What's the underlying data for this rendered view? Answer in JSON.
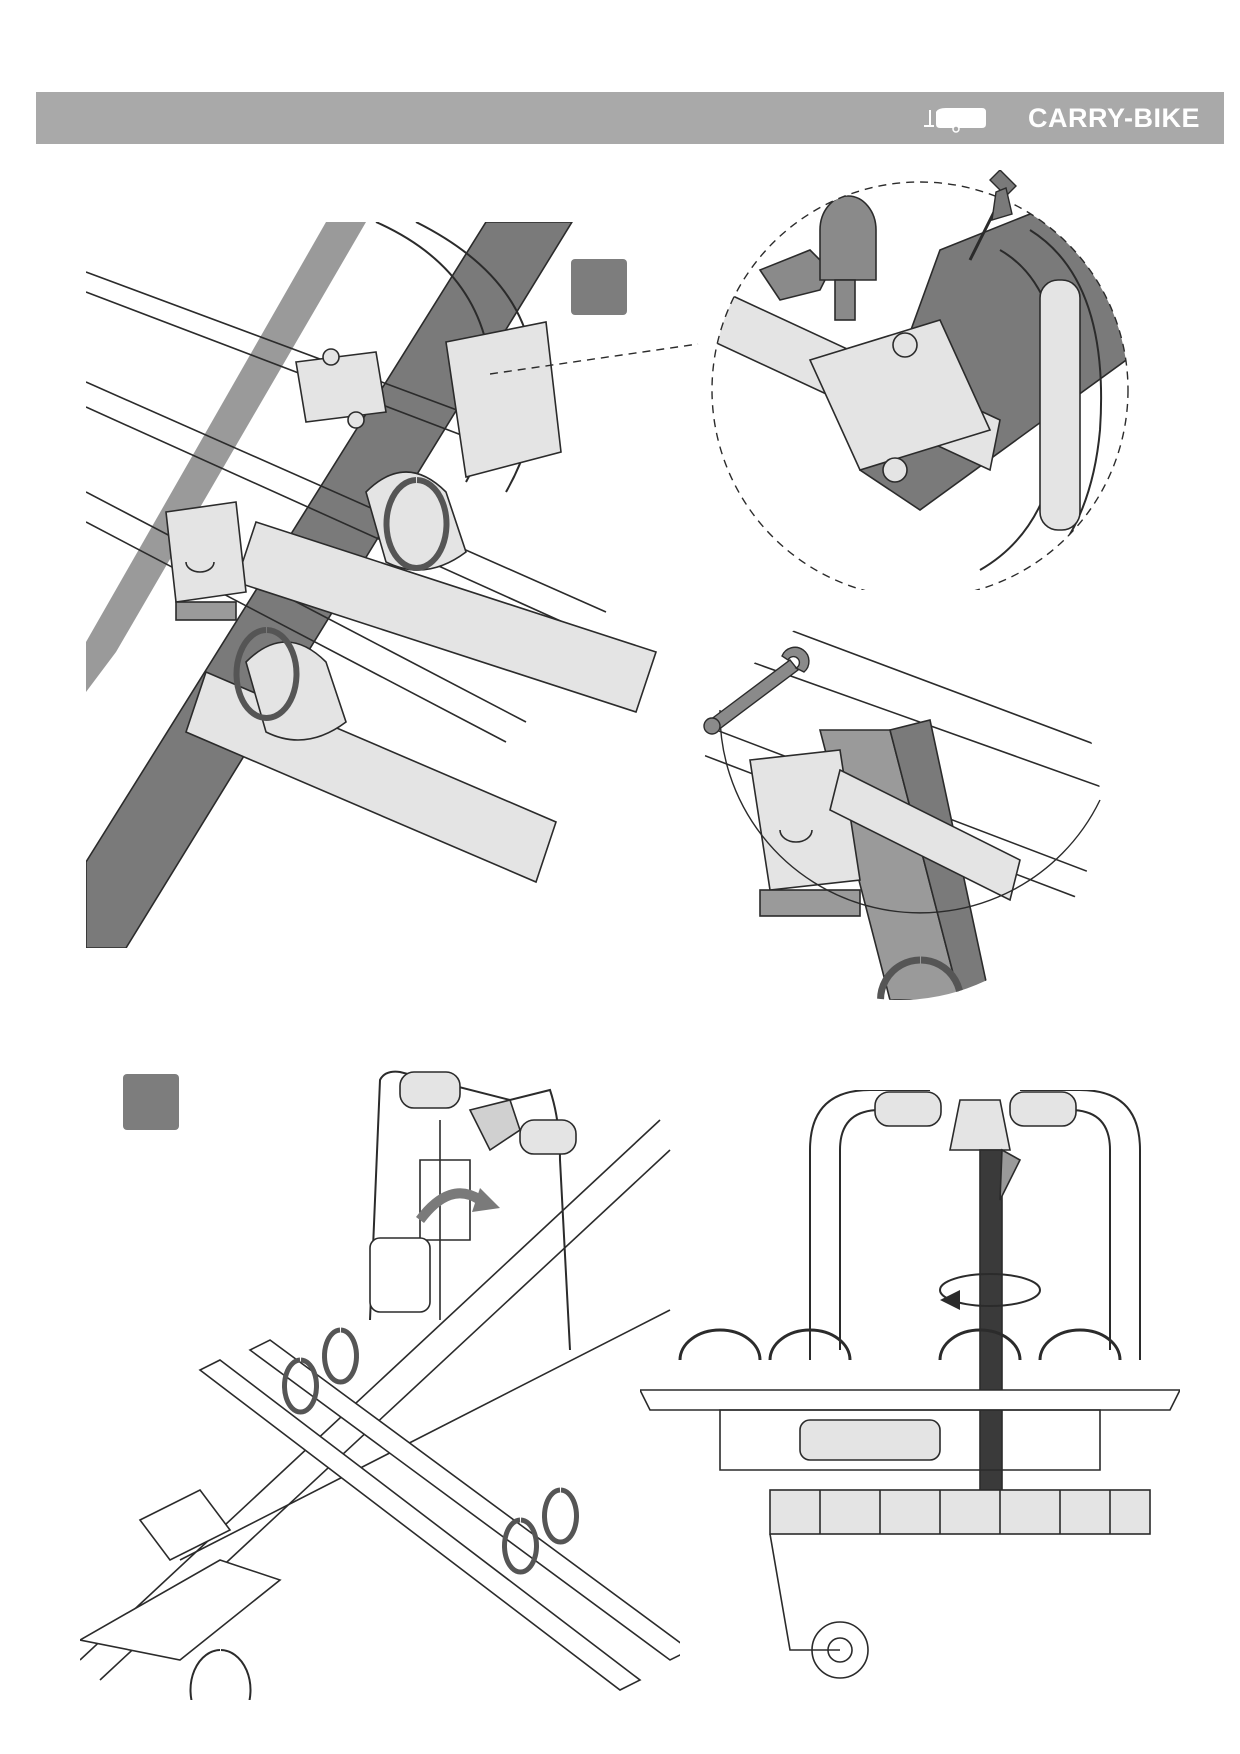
{
  "header": {
    "title": "CARRY-BIKE",
    "icon": "caravan-icon",
    "bar_color": "#a9a9a9",
    "title_color": "#ffffff"
  },
  "steps": [
    {
      "number": ""
    },
    {
      "number": ""
    }
  ],
  "illustrations": [
    {
      "icon": "bike-carrier-mounting-illustration"
    },
    {
      "icon": "screwdriver-detail-illustration"
    },
    {
      "icon": "wrench-detail-illustration"
    },
    {
      "icon": "carrier-folding-illustration"
    },
    {
      "icon": "carrier-rear-strap-illustration"
    }
  ],
  "colors": {
    "line": "#2b2b2b",
    "dark_fill": "#7a7a7a",
    "mid_fill": "#b5b5b5",
    "light_fill": "#e4e4e4",
    "badge": "#7d7d7d"
  }
}
